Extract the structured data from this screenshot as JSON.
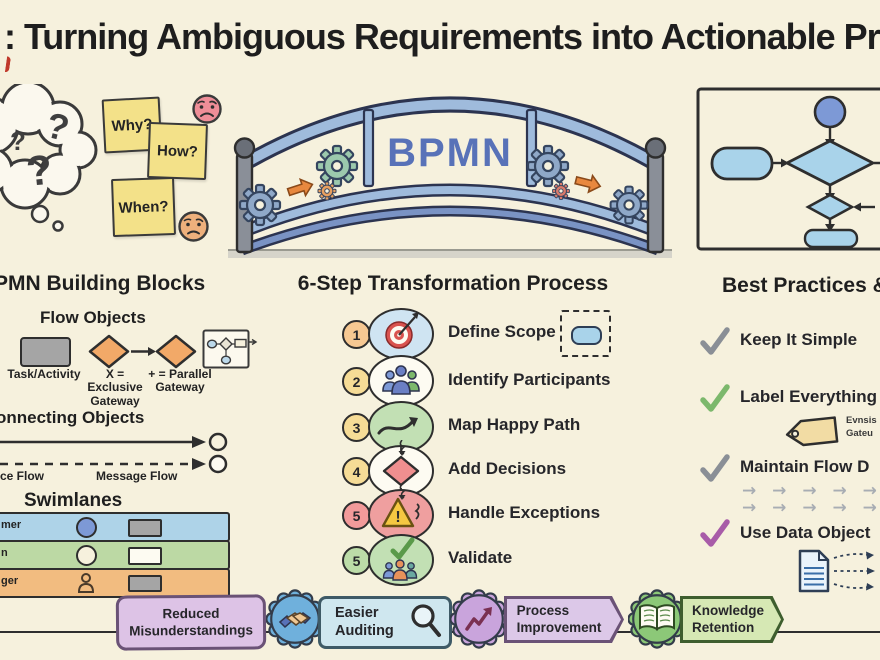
{
  "title": ": Turning Ambiguous Requirements into Actionable Proces",
  "bridge": {
    "label": "BPMN"
  },
  "cloud": {
    "q1": "?",
    "q2": "?",
    "q3": "?"
  },
  "sticky_notes": {
    "note1": "Why?",
    "note2": "How?",
    "note3": "When?"
  },
  "building_blocks": {
    "heading": "PMN Building Blocks",
    "flow_objects": {
      "heading": "Flow Objects",
      "task_label": "Task/Activity",
      "exclusive_line1": "X = Exclusive",
      "exclusive_line2": "Gateway",
      "parallel_line1": "+ = Parallel",
      "parallel_line2": "Gateway"
    },
    "connecting_objects": {
      "heading": "onnecting Objects",
      "sequence_label": "ce Flow",
      "message_label": "Message Flow"
    },
    "swimlanes": {
      "heading": "Swimlanes",
      "lane1": "mer",
      "lane2": "n",
      "lane3": "ger"
    }
  },
  "process": {
    "heading": "6-Step Transformation Process",
    "steps": [
      {
        "num": "1",
        "label": "Define Scope"
      },
      {
        "num": "2",
        "label": "Identify Participants"
      },
      {
        "num": "3",
        "label": "Map Happy Path"
      },
      {
        "num": "4",
        "label": "Add Decisions"
      },
      {
        "num": "5",
        "label": "Handle Exceptions"
      },
      {
        "num": "5",
        "label": "Validate"
      }
    ]
  },
  "best_practices": {
    "heading": "Best Practices &",
    "item1": "Keep It Simple",
    "item2": "Label Everything",
    "item3": "Maintain Flow D",
    "item4": "Use Data Object",
    "tag_note_line1": "Evnsis",
    "tag_note_line2": "Gateu",
    "flow_arrows": "→ → → → →"
  },
  "benefits": {
    "b1_line1": "Reduced",
    "b1_line2": "Misunderstandings",
    "b2_line1": "Easier",
    "b2_line2": "Auditing",
    "b3_line1": "Process",
    "b3_line2": "Improvement",
    "b4_line1": "Knowledge",
    "b4_line2": "Retention"
  },
  "colors": {
    "background": "#f6f1dd",
    "ink": "#2e2e2e",
    "bpmn_blue": "#5872b8",
    "sticky_yellow": "#f3e189",
    "gateway_orange": "#f2a968",
    "lane_blue": "#aed3e8",
    "lane_green": "#bcd9a4",
    "lane_orange": "#f2bc80",
    "step_red": "#f29a9a",
    "badge_purple": "#ddc3e6",
    "badge_blue": "#cfe7ef",
    "badge_green": "#d6e8b4",
    "check_green": "#7cb86c",
    "check_purple": "#a85ca8"
  }
}
